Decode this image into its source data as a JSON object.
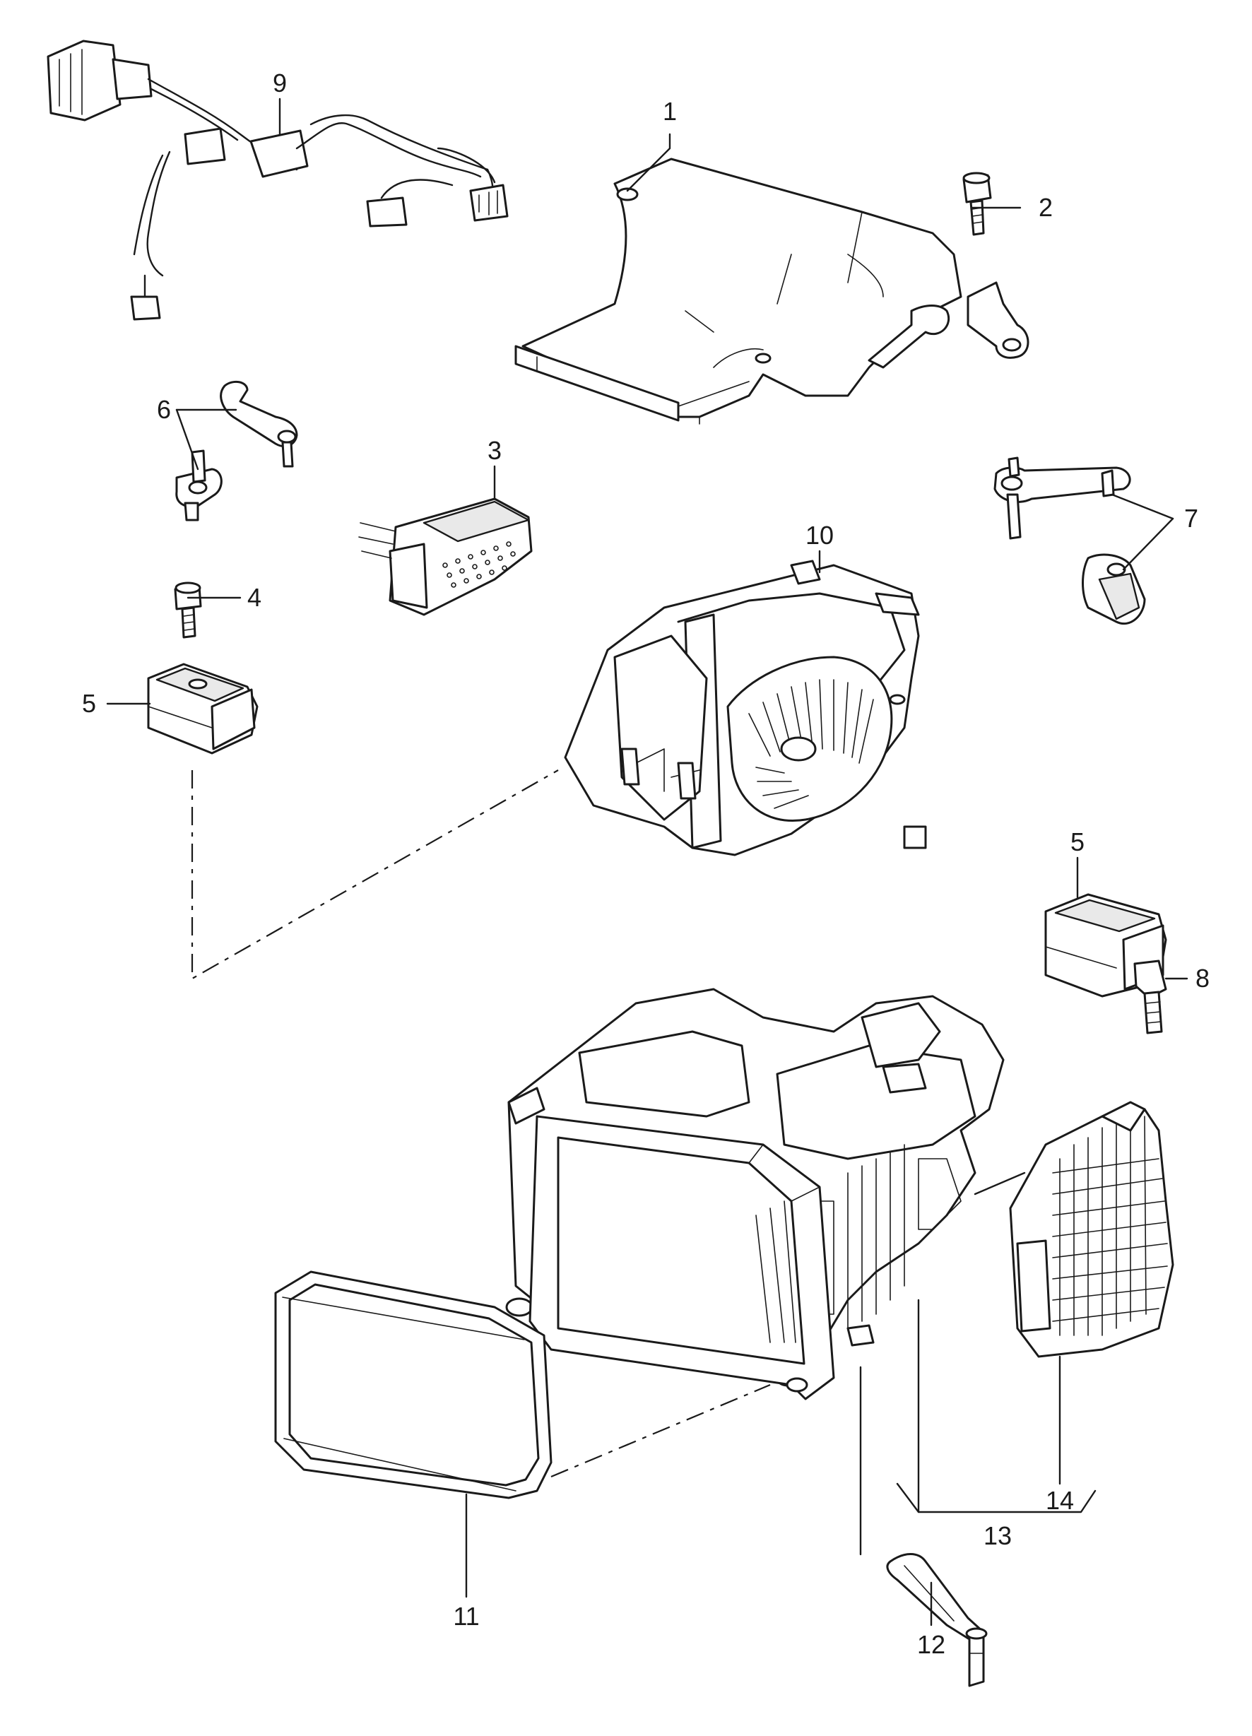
{
  "parts": [
    {
      "id": "1",
      "label": "1",
      "icon": "housing-cover-icon"
    },
    {
      "id": "2",
      "label": "2",
      "icon": "bolt-icon"
    },
    {
      "id": "3",
      "label": "3",
      "icon": "control-module-icon"
    },
    {
      "id": "4",
      "label": "4",
      "icon": "bolt-icon"
    },
    {
      "id": "5a",
      "label": "5",
      "icon": "servo-motor-icon"
    },
    {
      "id": "5b",
      "label": "5",
      "icon": "servo-motor-icon"
    },
    {
      "id": "6",
      "label": "6",
      "icon": "linkage-lever-icon"
    },
    {
      "id": "7",
      "label": "7",
      "icon": "linkage-lever-icon"
    },
    {
      "id": "8",
      "label": "8",
      "icon": "sensor-icon"
    },
    {
      "id": "9",
      "label": "9",
      "icon": "wiring-harness-icon"
    },
    {
      "id": "10",
      "label": "10",
      "icon": "blower-housing-icon"
    },
    {
      "id": "11",
      "label": "11",
      "icon": "seal-gasket-icon"
    },
    {
      "id": "12",
      "label": "12",
      "icon": "drain-hose-icon"
    },
    {
      "id": "13",
      "label": "13",
      "icon": "hvac-housing-icon"
    },
    {
      "id": "14",
      "label": "14",
      "icon": "grille-cover-icon"
    }
  ]
}
